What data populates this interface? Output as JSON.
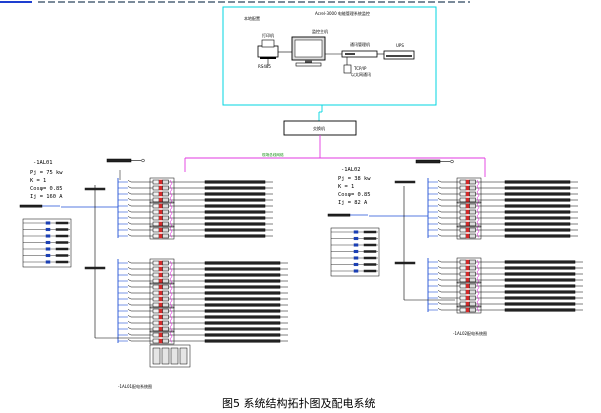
{
  "header_strip": {
    "color": "#1e3fd0"
  },
  "monitor_room": {
    "title": "Acrel-3000 电能管理系统监控",
    "border_color": "#00d6e0",
    "left_caption": "本地配置",
    "printer_label": "打印机",
    "host_label": "监控主机",
    "gateway_label": "通讯管理机",
    "ups_label": "UPS",
    "tcp_label": "TCP/IP",
    "tcp_sub": "以太网通讯",
    "cable_label": "RS485"
  },
  "switch_label": "交换机",
  "bus_label": "现场总线网络",
  "panel_left": {
    "id": "-1AL01",
    "params": [
      "Pj = 75 kw",
      "K = 1",
      "Cosφ= 0.85",
      "Ij = 160 A"
    ],
    "bottom_label": "-1AL01配电系统图"
  },
  "panel_right": {
    "id": "-1AL02",
    "params": [
      "Pj = 38 kw",
      "K = 1",
      "Cosφ= 0.85",
      "Ij = 82 A"
    ],
    "bottom_label": "-1AL02配电系统图"
  },
  "colors": {
    "bus": "#e23ae0",
    "blue_wire": "#1f4fd6",
    "red_meter": "#d42a2a",
    "cyan": "#00d6e0"
  },
  "caption": "图5  系统结构拓扑图及配电系统"
}
